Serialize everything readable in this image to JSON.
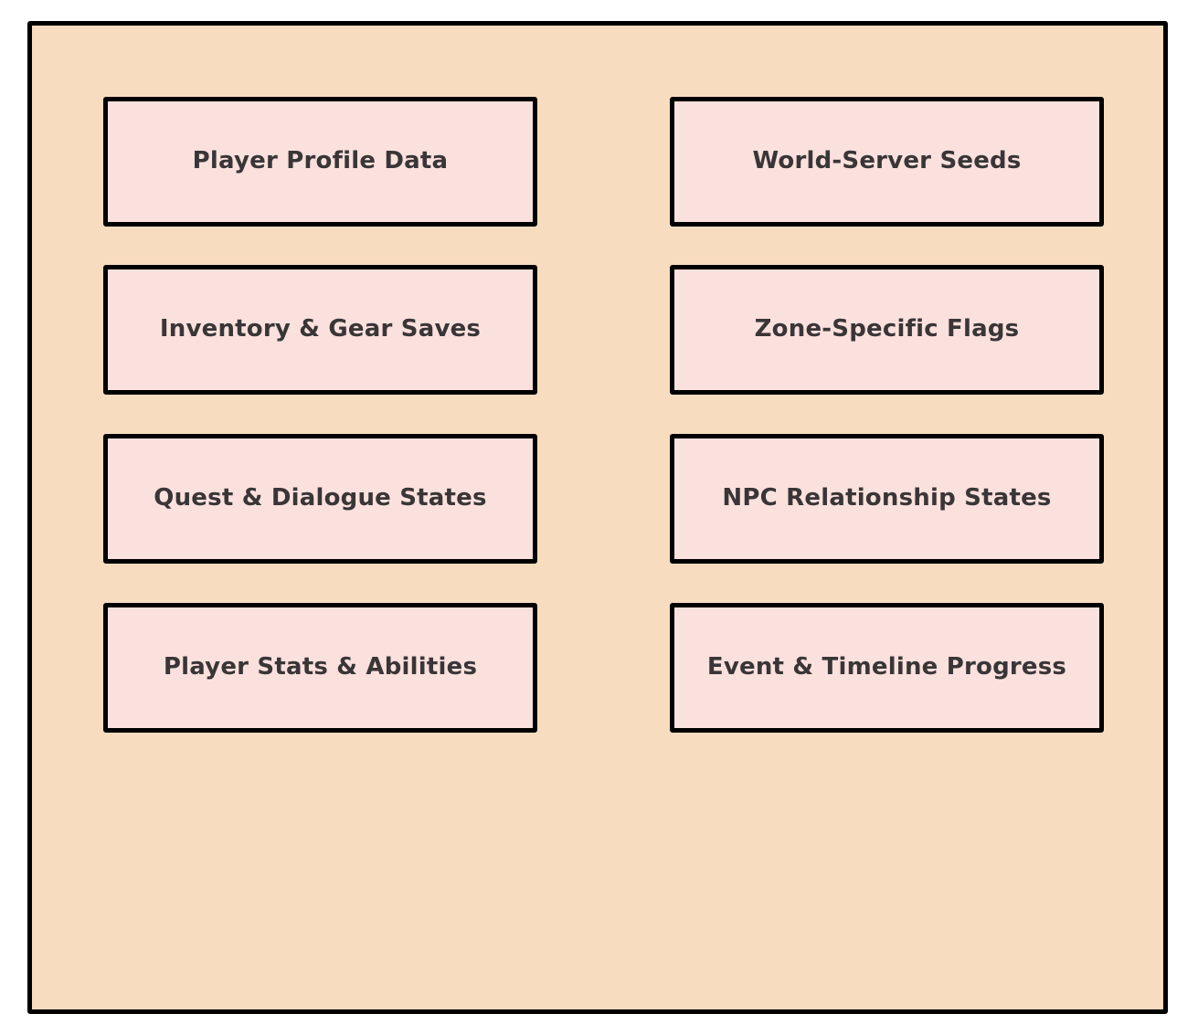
{
  "diagram": {
    "type": "two-column-node-grid",
    "container": {
      "background_color": "#f8dcbf",
      "border_color": "#000000"
    },
    "node_style": {
      "fill_color": "#fae1de",
      "border_color": "#000000",
      "text_color": "#3a3536"
    },
    "columns": [
      {
        "name": "left-column",
        "nodes": [
          {
            "label": "Player Profile Data"
          },
          {
            "label": "Inventory & Gear Saves"
          },
          {
            "label": "Quest & Dialogue States"
          },
          {
            "label": "Player Stats & Abilities"
          }
        ]
      },
      {
        "name": "right-column",
        "nodes": [
          {
            "label": "World-Server Seeds"
          },
          {
            "label": "Zone-Specific Flags"
          },
          {
            "label": "NPC Relationship States"
          },
          {
            "label": "Event & Timeline Progress"
          }
        ]
      }
    ]
  }
}
